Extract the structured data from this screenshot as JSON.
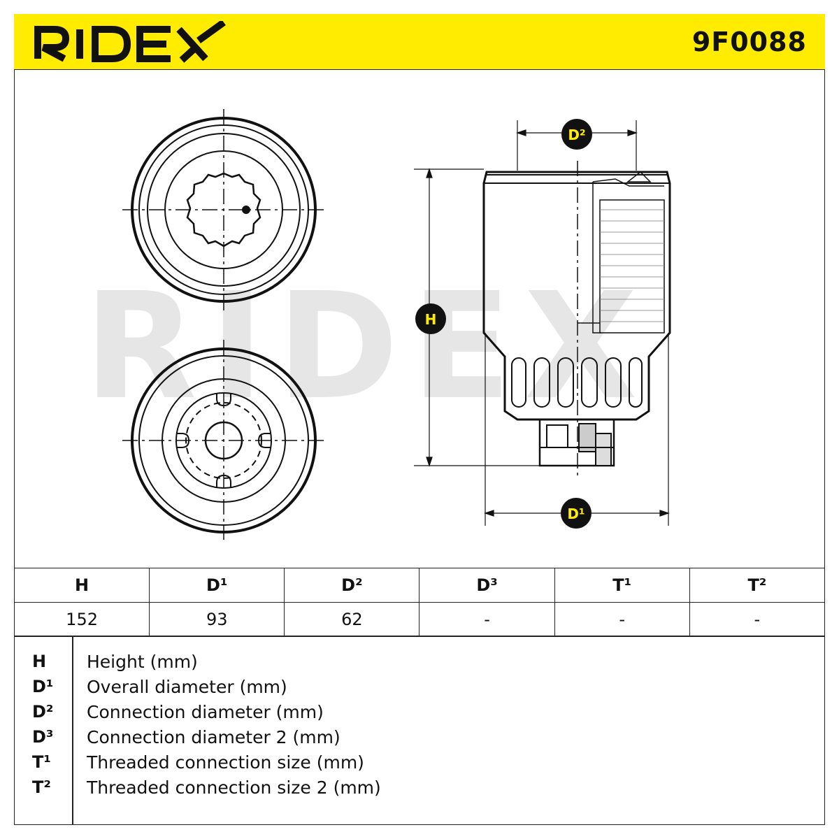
{
  "brand": {
    "logo_text": "RIDEX",
    "color": "#111111",
    "accent": "#ffec00"
  },
  "part_number": "9F0088",
  "watermark_text": "RIDEX",
  "labels": {
    "height": "H",
    "d1": "D¹",
    "d2": "D²"
  },
  "table": {
    "headers": [
      "H",
      "D¹",
      "D²",
      "D³",
      "T¹",
      "T²"
    ],
    "values": [
      "152",
      "93",
      "62",
      "-",
      "-",
      "-"
    ]
  },
  "legend": [
    {
      "key": "H",
      "desc": "Height (mm)"
    },
    {
      "key": "D¹",
      "desc": "Overall diameter (mm)"
    },
    {
      "key": "D²",
      "desc": "Connection diameter (mm)"
    },
    {
      "key": "D³",
      "desc": "Connection diameter 2 (mm)"
    },
    {
      "key": "T¹",
      "desc": "Threaded connection size (mm)"
    },
    {
      "key": "T²",
      "desc": "Threaded connection size 2 (mm)"
    }
  ]
}
